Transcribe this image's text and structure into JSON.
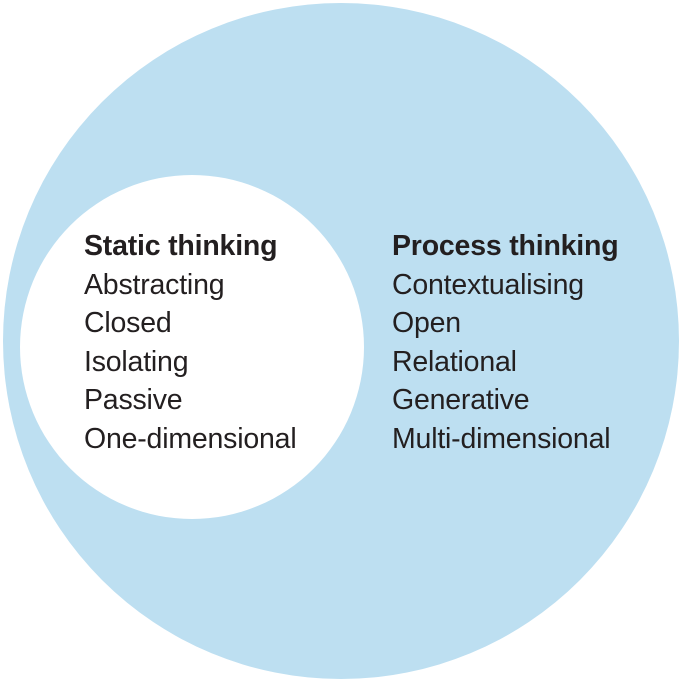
{
  "diagram": {
    "title": "Static thinking vs Process thinking nested circles",
    "outer_circle": {
      "heading": "Process thinking",
      "items": [
        "Contextualising",
        "Open",
        "Relational",
        "Generative",
        "Multi-dimensional"
      ]
    },
    "inner_circle": {
      "heading": "Static thinking",
      "items": [
        "Abstracting",
        "Closed",
        "Isolating",
        "Passive",
        "One-dimensional"
      ]
    }
  },
  "colors": {
    "outer_fill": "#BDDFF1",
    "inner_fill": "#FFFFFF",
    "text": "#231F20",
    "background": "#FFFFFF"
  }
}
